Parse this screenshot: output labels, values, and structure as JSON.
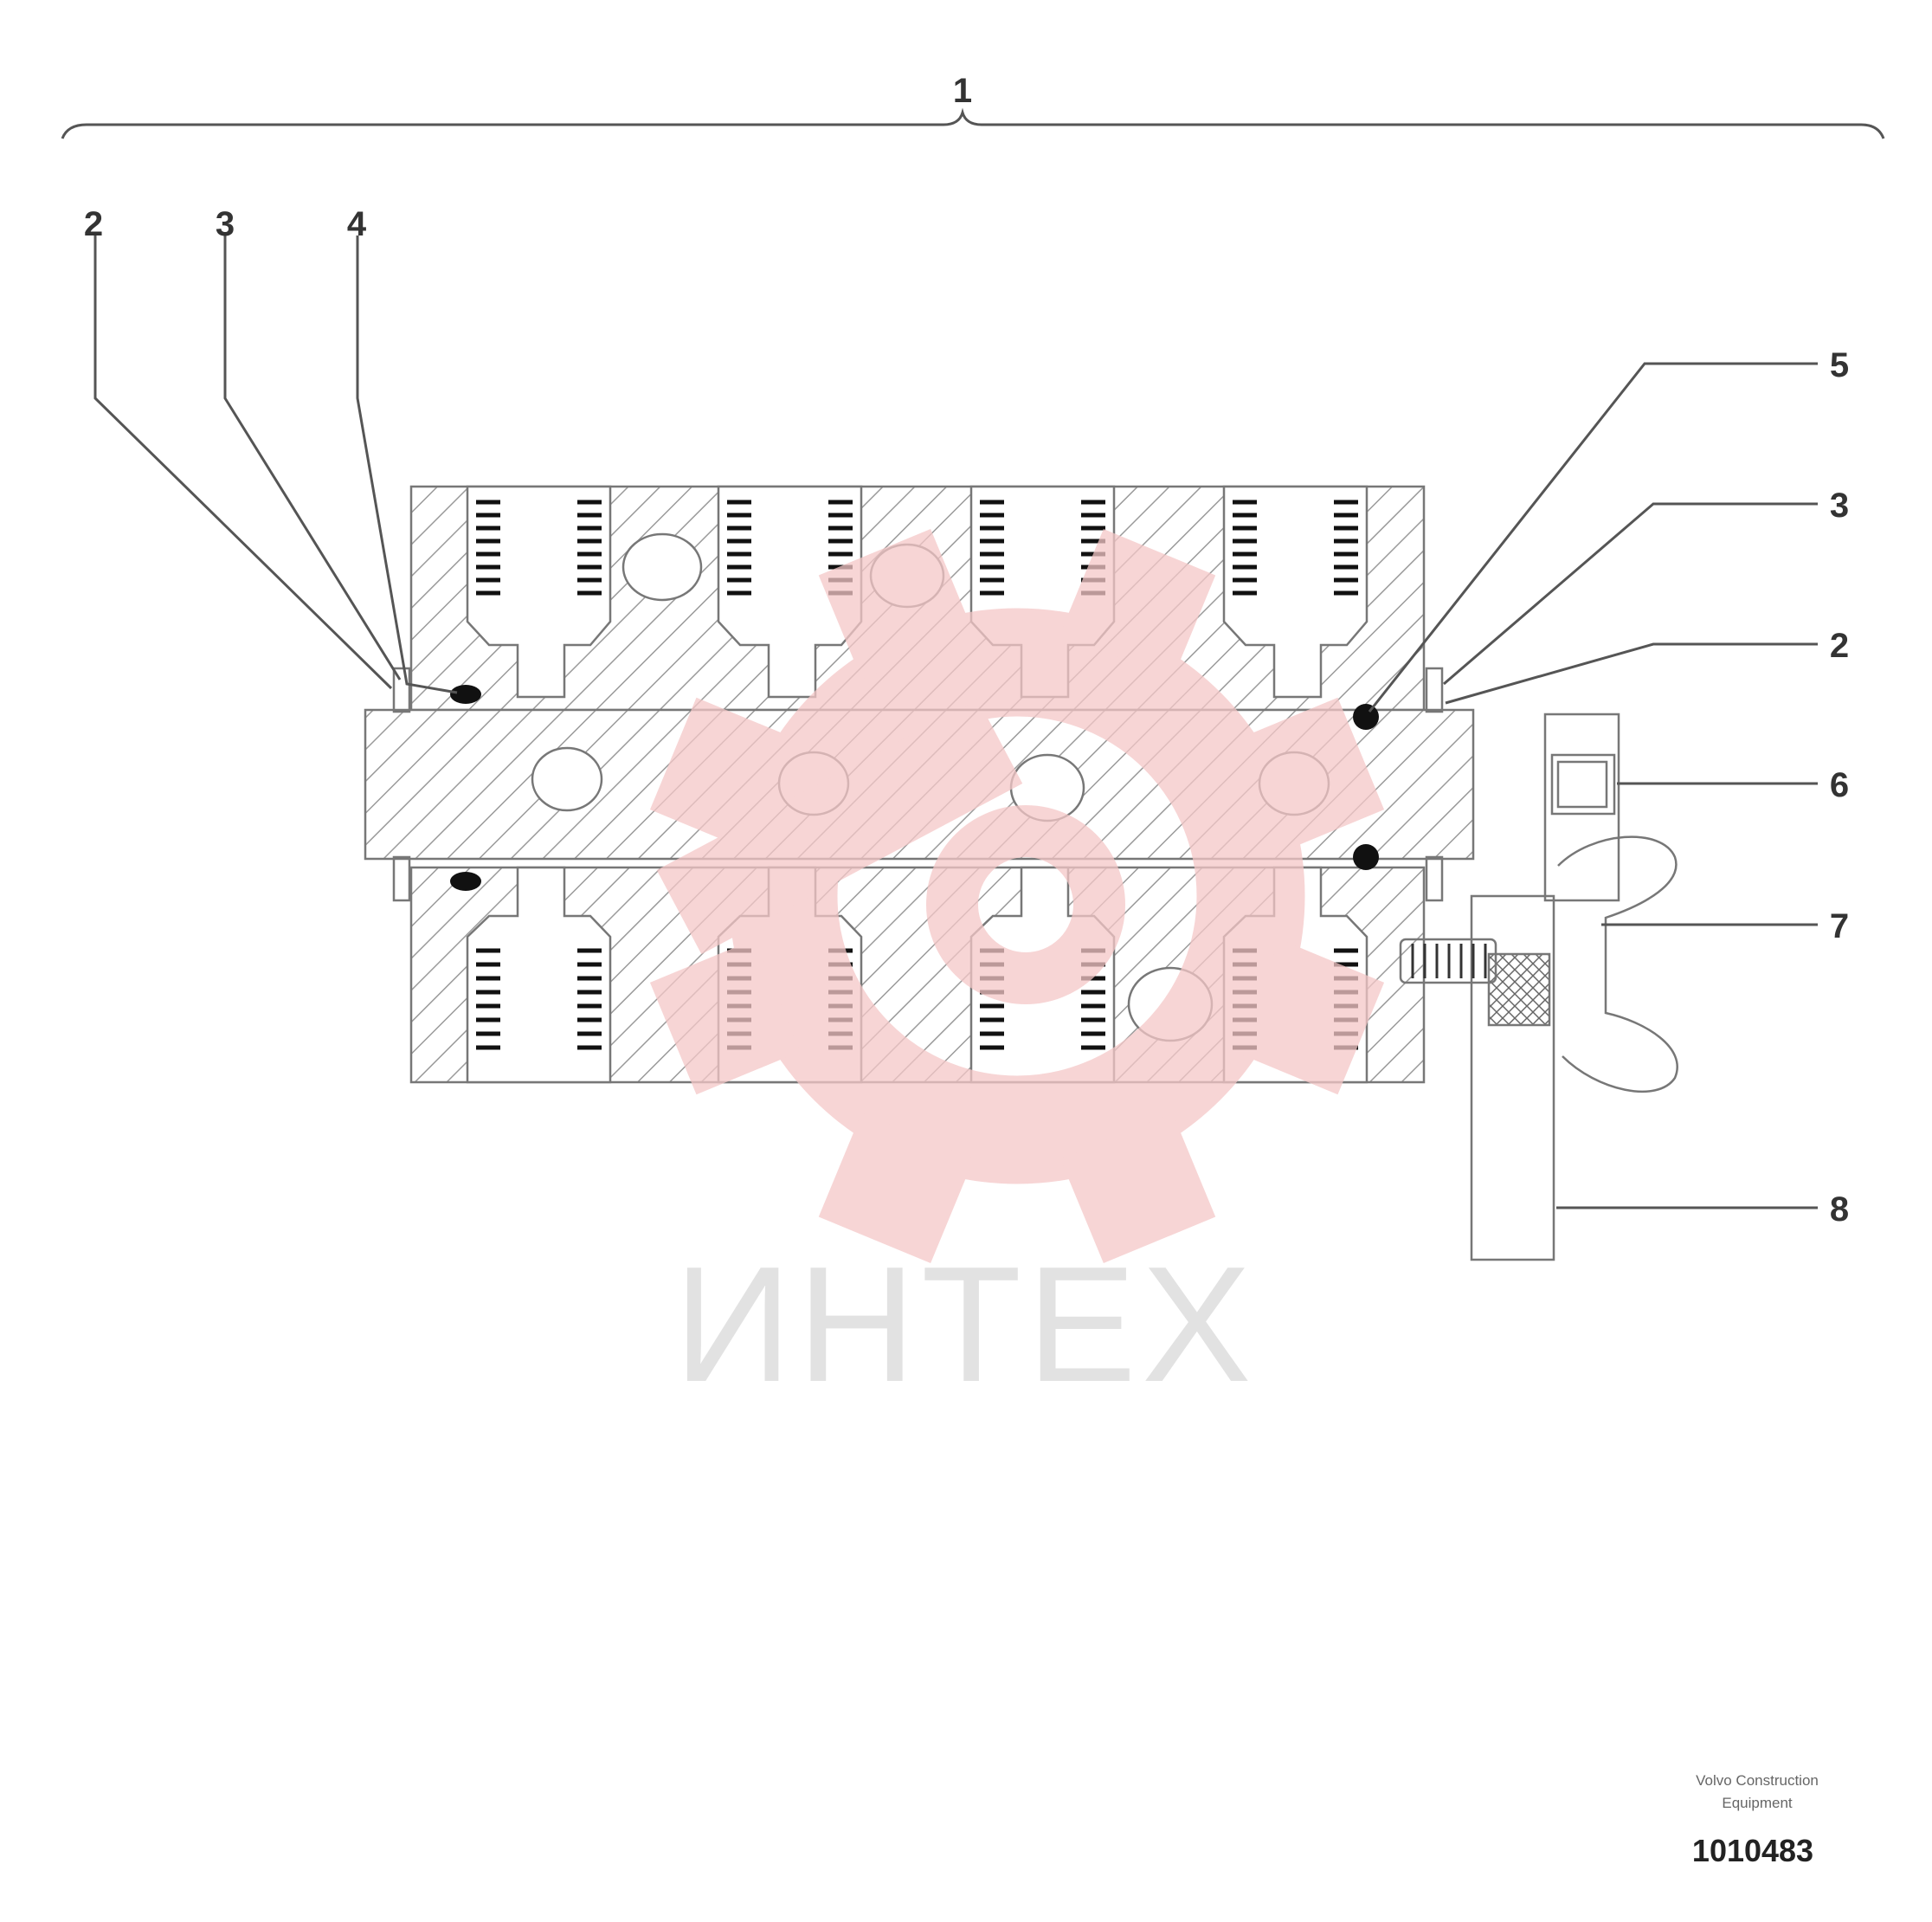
{
  "callouts": {
    "top": "1",
    "left_2": "2",
    "left_3": "3",
    "left_4": "4",
    "right_5": "5",
    "right_3": "3",
    "right_2": "2",
    "right_6": "6",
    "right_7": "7",
    "right_8": "8"
  },
  "watermark": {
    "text": "ИНТЕХ",
    "color": "#f4c7c7",
    "text_color": "#d9d9d9"
  },
  "footer": {
    "line1": "Volvo Construction",
    "line2": "Equipment",
    "figure_number": "1010483"
  },
  "colors": {
    "line": "#555555",
    "hatch": "#9a9a9a",
    "thread": "#111111"
  }
}
